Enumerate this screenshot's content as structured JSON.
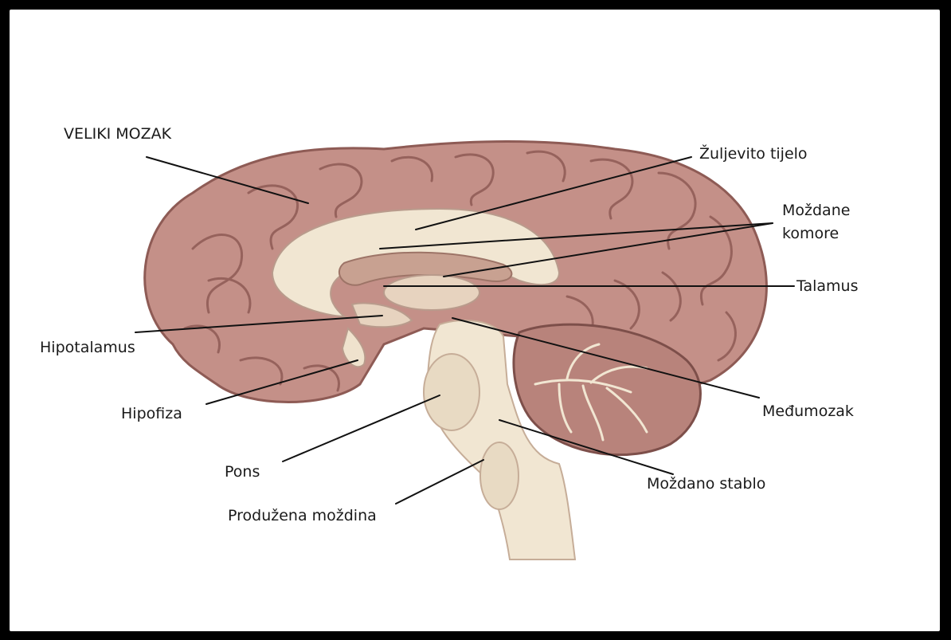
{
  "labels": {
    "cerebrum": "VELIKI MOZAK",
    "corpus_callosum": "Žuljevito tijelo",
    "ventricles_line1": "Moždane",
    "ventricles_line2": "komore",
    "thalamus": "Talamus",
    "hypothalamus": "Hipotalamus",
    "pituitary": "Hipofiza",
    "diencephalon": "Međumozak",
    "pons": "Pons",
    "brainstem": "Moždano stablo",
    "medulla": "Produžena moždina"
  },
  "colors": {
    "frame_background": "#ffffff",
    "outer_border": "#000000",
    "cortex": "#c49088",
    "cortex_shadow": "#8e5b55",
    "white_matter": "#f1e6d2",
    "label_text": "#1a1a1a",
    "leader_line": "#111111"
  }
}
